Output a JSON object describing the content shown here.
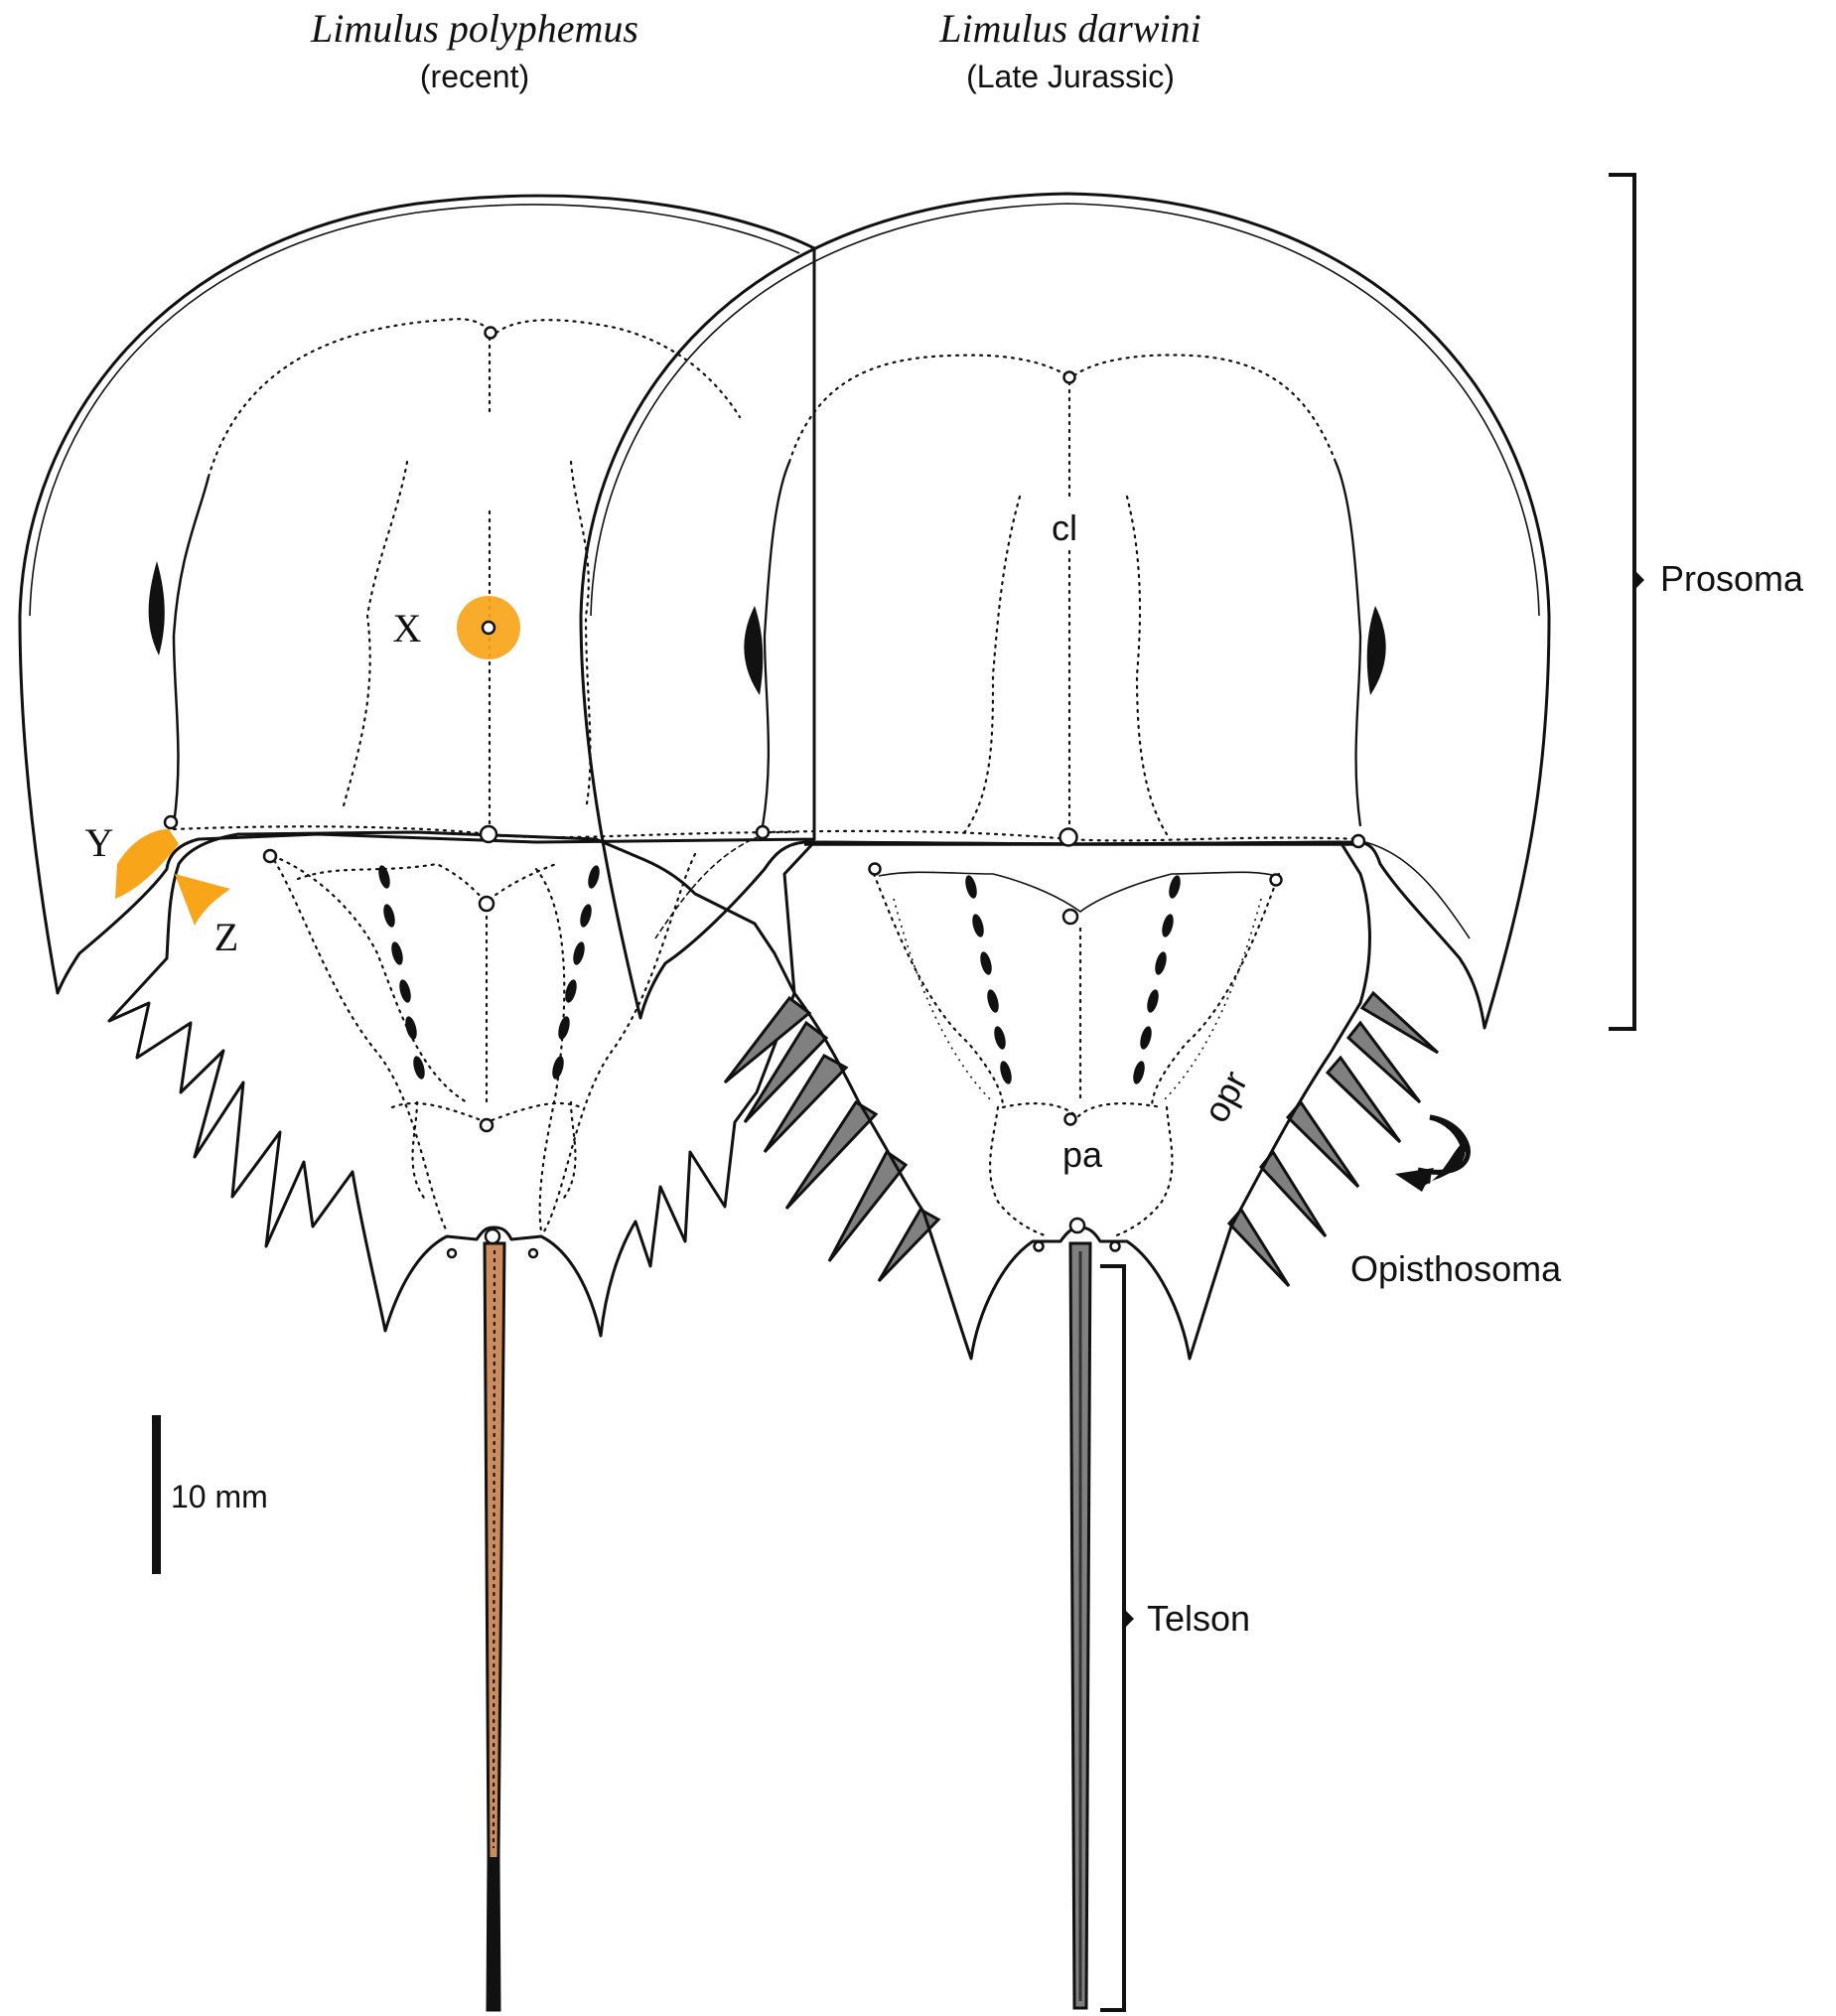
{
  "figure": {
    "specimens": [
      {
        "id": "left",
        "name": "Limulus polyphemus",
        "age": "(recent)",
        "body_color": "#CD8C5C",
        "spine_color": "#CD8C5C"
      },
      {
        "id": "right",
        "name": "Limulus darwini",
        "age": "(Late Jurassic)",
        "body_color": "#FCD8A0",
        "spine_color": "#808080"
      }
    ],
    "landmark_labels": {
      "x": "X",
      "y": "Y",
      "z": "Z"
    },
    "landmark_color": "#F9A51A",
    "anatomy_labels": {
      "cl": "cl",
      "pa": "pa",
      "opr": "opr"
    },
    "region_labels": {
      "prosoma": "Prosoma",
      "opisthosoma": "Opisthosoma",
      "telson": "Telson"
    },
    "scale_bar": {
      "label": "10 mm"
    }
  }
}
